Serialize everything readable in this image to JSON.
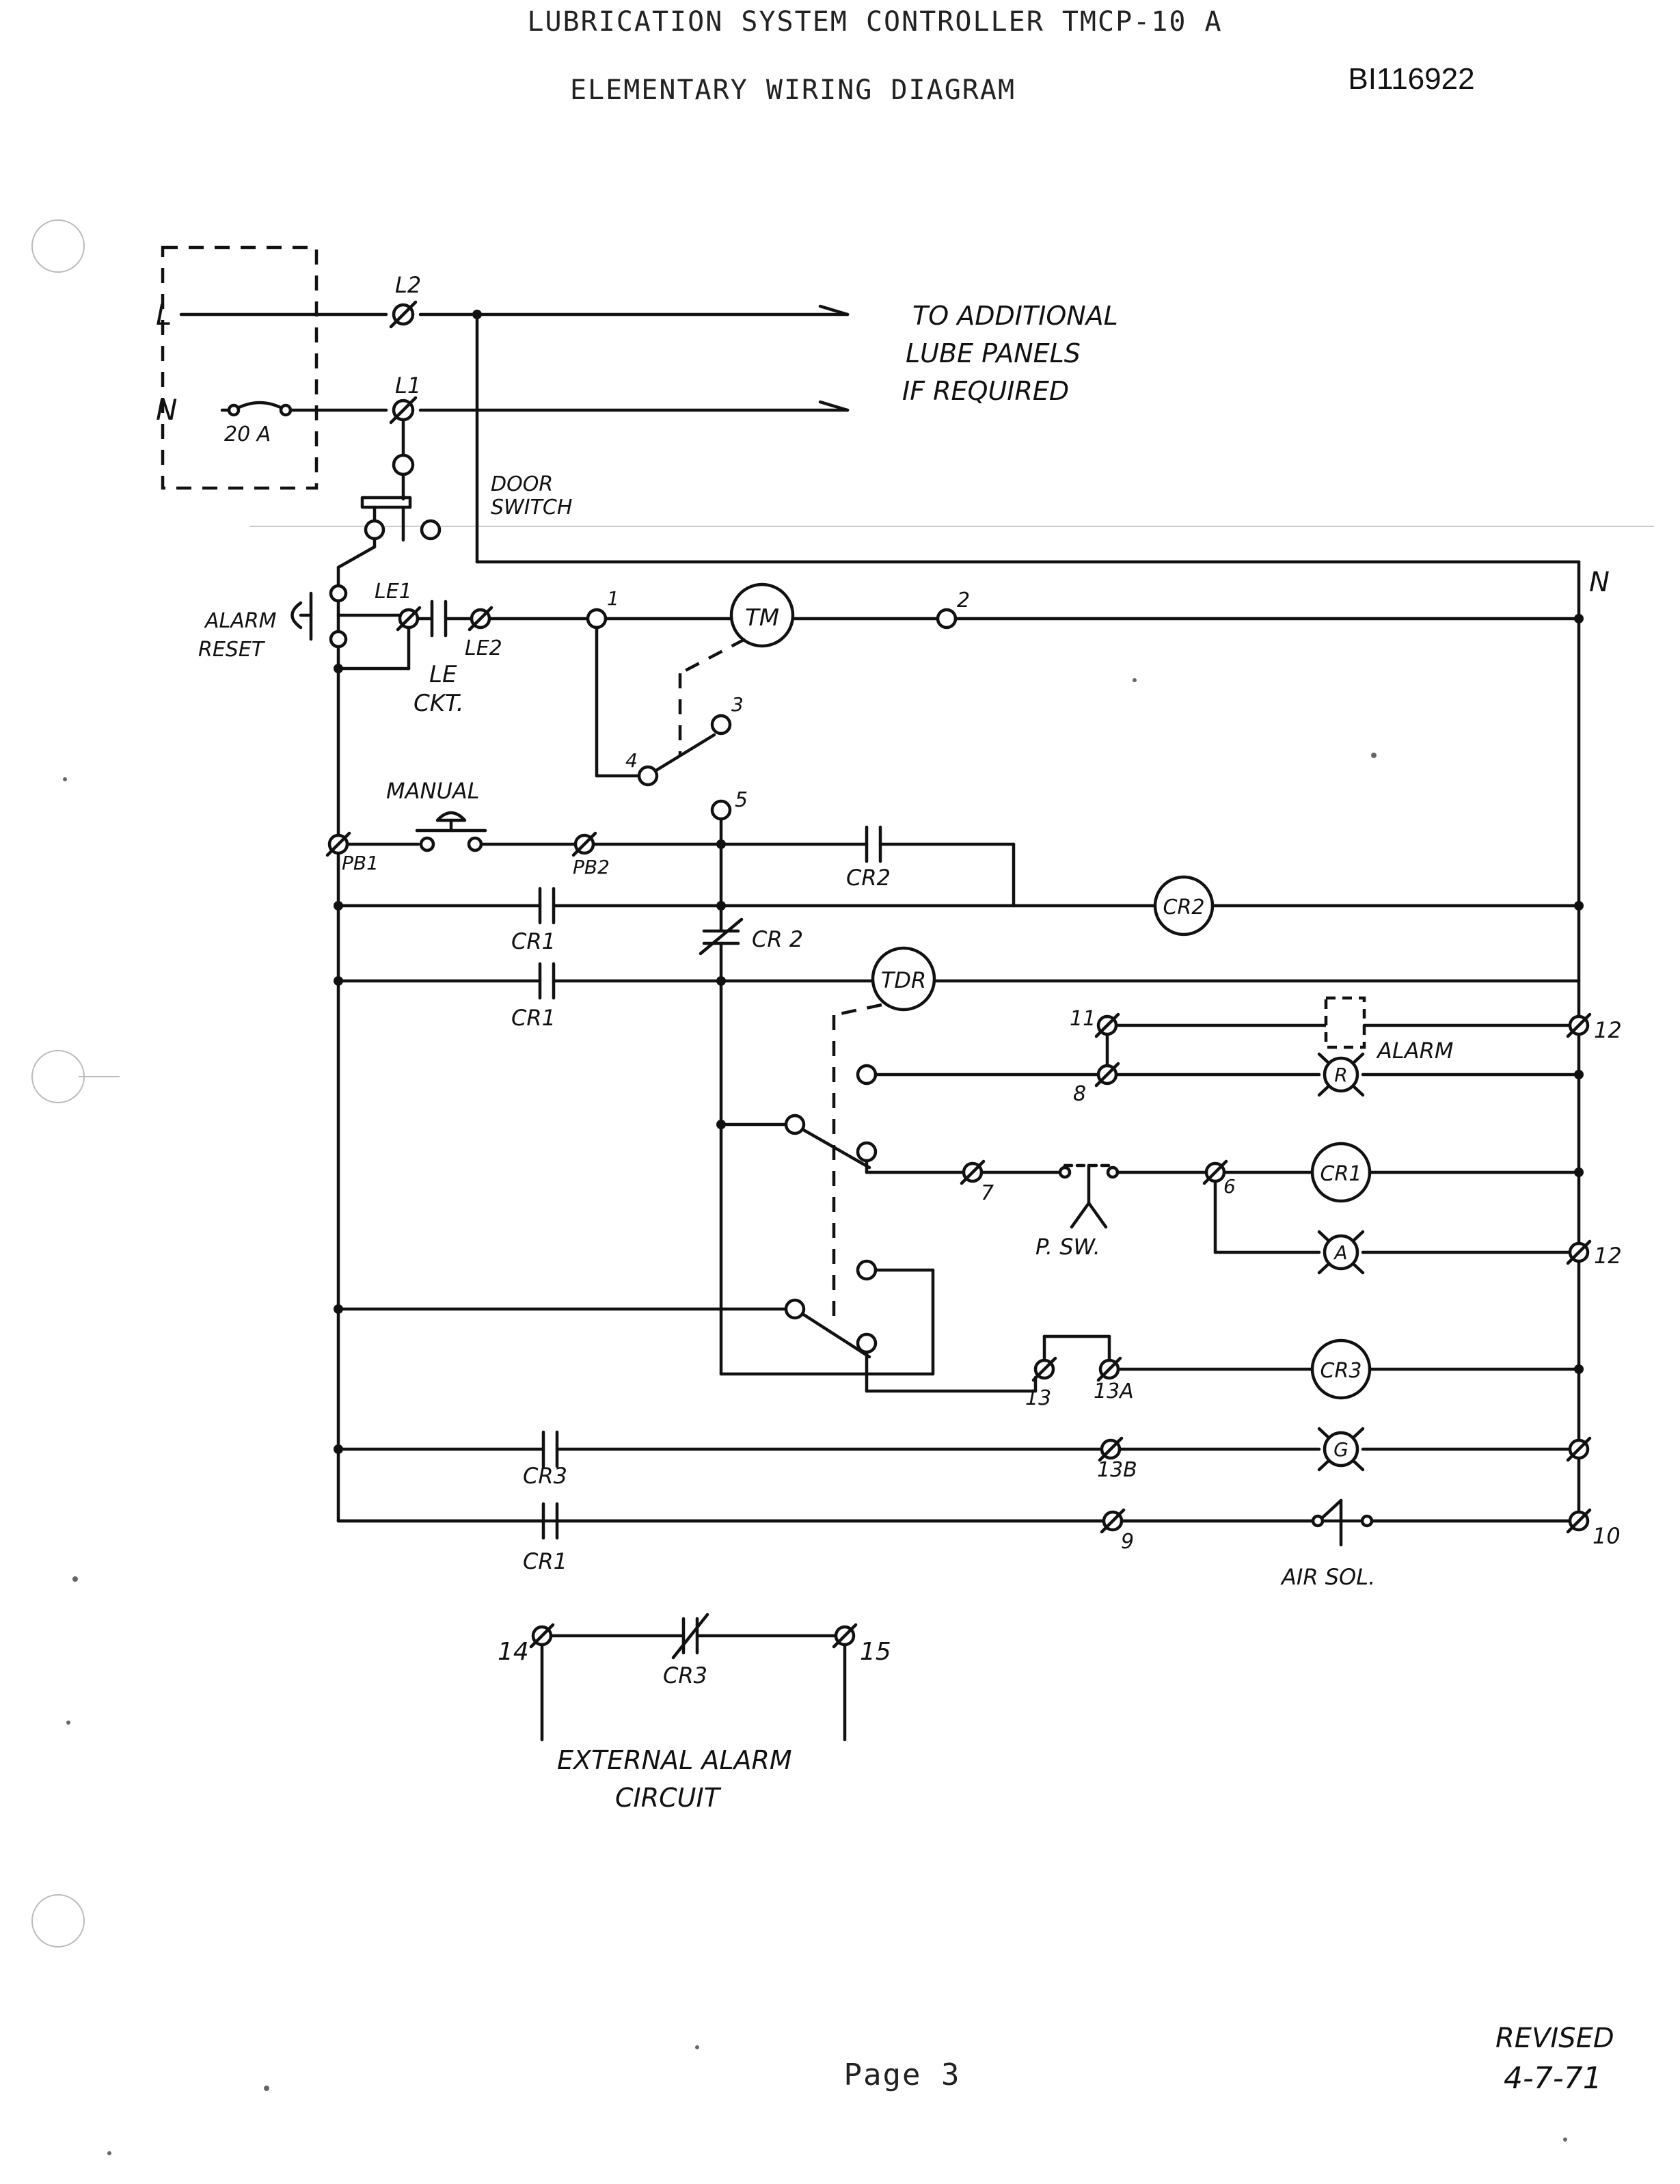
{
  "header": {
    "title": "LUBRICATION SYSTEM CONTROLLER TMCP-10 A",
    "subtitle": "ELEMENTARY WIRING DIAGRAM",
    "doc_id": "BI116922"
  },
  "labels": {
    "L": "L",
    "N": "N",
    "L2": "L2",
    "L1": "L1",
    "fuse": "20 A",
    "to_additional_1": "TO ADDITIONAL",
    "to_additional_2": "LUBE PANELS",
    "to_additional_3": "IF REQUIRED",
    "door_switch_1": "DOOR",
    "door_switch_2": "SWITCH",
    "N_bus": "N",
    "alarm_reset_1": "ALARM",
    "alarm_reset_2": "RESET",
    "LE1": "LE1",
    "LE2": "LE2",
    "le_ckt_1": "LE",
    "le_ckt_2": "CKT.",
    "t1": "1",
    "TM": "TM",
    "t2": "2",
    "t3": "3",
    "t4": "4",
    "manual": "MANUAL",
    "t5": "5",
    "PB1": "PB1",
    "PB2": "PB2",
    "CR2_contact": "CR2",
    "CR2_coil": "CR2",
    "CR1_contact_a": "CR1",
    "CR2_nc": "CR 2",
    "CR1_contact_b": "CR1",
    "TDR": "TDR",
    "t11": "11",
    "t12a": "12",
    "alarm": "ALARM",
    "t8": "8",
    "R": "R",
    "t7": "7",
    "t6": "6",
    "CR1_coil": "CR1",
    "psw": "P. SW.",
    "A": "A",
    "t12b": "12",
    "t13": "13",
    "t13A": "13A",
    "CR3_coil": "CR3",
    "CR3_contact": "CR3",
    "t13B": "13B",
    "G": "G",
    "CR1_contact_c": "CR1",
    "t9": "9",
    "air_sol": "AIR SOL.",
    "t10": "10",
    "t14": "14",
    "CR3_nc": "CR3",
    "t15": "15",
    "ext_alarm_1": "EXTERNAL ALARM",
    "ext_alarm_2": "CIRCUIT"
  },
  "footer": {
    "page": "Page 3",
    "revised_1": "REVISED",
    "revised_2": "4-7-71"
  }
}
